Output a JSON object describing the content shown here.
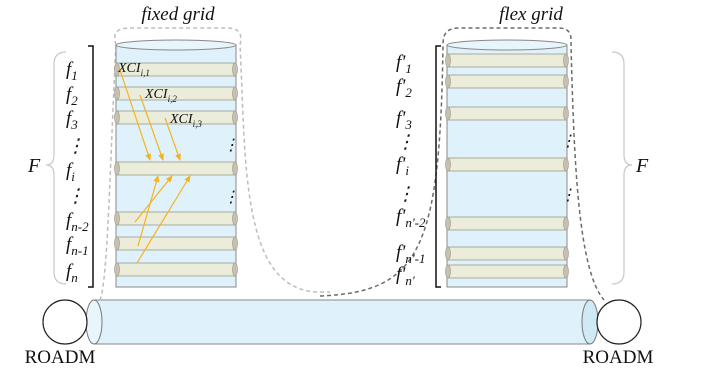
{
  "titles": {
    "fixed": "fixed grid",
    "flex": "flex grid"
  },
  "bracket_label": "F",
  "roadm_label": "ROADM",
  "fixed_labels": [
    {
      "base": "f",
      "sub": "1"
    },
    {
      "base": "f",
      "sub": "2"
    },
    {
      "base": "f",
      "sub": "3"
    },
    {
      "base": "⋮",
      "sub": ""
    },
    {
      "base": "f",
      "sub": "i"
    },
    {
      "base": "⋮",
      "sub": ""
    },
    {
      "base": "f",
      "sub": "n-2"
    },
    {
      "base": "f",
      "sub": "n-1"
    },
    {
      "base": "f",
      "sub": "n"
    }
  ],
  "flex_labels": [
    {
      "base": "f'",
      "sub": "1"
    },
    {
      "base": "f'",
      "sub": "2"
    },
    {
      "base": "f'",
      "sub": "3"
    },
    {
      "base": "⋮",
      "sub": ""
    },
    {
      "base": "f'",
      "sub": "i"
    },
    {
      "base": "⋮",
      "sub": ""
    },
    {
      "base": "f'",
      "sub": "n'-2"
    },
    {
      "base": "f'",
      "sub": "n'-1"
    },
    {
      "base": "f'",
      "sub": "n'"
    }
  ],
  "xci_labels": [
    {
      "base": "XCI",
      "sub": "i,1"
    },
    {
      "base": "XCI",
      "sub": "i,2"
    },
    {
      "base": "XCI",
      "sub": "i,3"
    }
  ],
  "colors": {
    "fiber": "#dff2fb",
    "slot": "#ebedda",
    "arrow": "#f5b21c",
    "dash": "#bdbdbd",
    "dash_dark": "#6b6b6b"
  }
}
